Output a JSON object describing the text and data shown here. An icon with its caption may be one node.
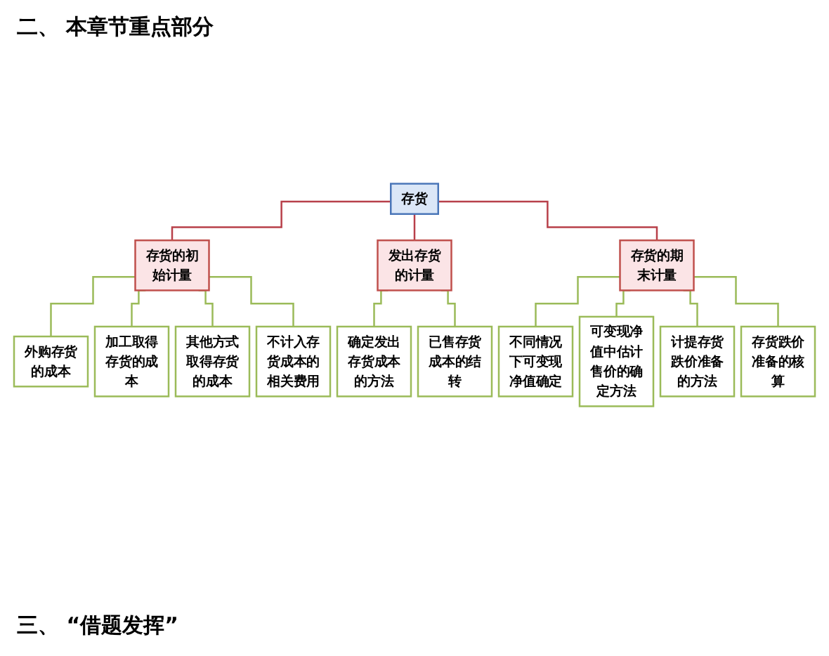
{
  "diagram": {
    "title": "二、 本章节重点部分",
    "nodes": [
      {
        "text": [
          "存货"
        ]
      },
      {
        "text": [
          "存货的初始计量"
        ]
      },
      {
        "text": [
          "发出存货的计量"
        ]
      },
      {
        "text": [
          "存货的期末计量"
        ]
      },
      {
        "text": [
          "外购存货的成本"
        ]
      },
      {
        "text": [
          "加工取得存货的成本"
        ]
      },
      {
        "text": [
          "其他方式取得存货的成本"
        ]
      },
      {
        "text": [
          "不计入存货成本的相关费用"
        ]
      },
      {
        "text": [
          "确定发出存货成本的方法"
        ]
      },
      {
        "text": [
          "已售存货成本的结转"
        ]
      },
      {
        "text": [
          "不同情况下可变现净值确定"
        ]
      },
      {
        "text": [
          "可变现净值中估计售价的确定方法"
        ]
      },
      {
        "text": [
          "计提存货跌价准备的方法"
        ]
      },
      {
        "text": [
          "存货跌价准备的核算"
        ]
      }
    ],
    "edges": [
      {
        "from": 0,
        "to": 1,
        "arrow": "none",
        "color": "#b8404a"
      },
      {
        "from": 0,
        "to": 2,
        "arrow": "none",
        "color": "#b8404a"
      },
      {
        "from": 0,
        "to": 3,
        "arrow": "none",
        "color": "#b8404a"
      },
      {
        "from": 1,
        "to": 4,
        "arrow": "none"
      },
      {
        "from": 1,
        "to": 5,
        "arrow": "none"
      },
      {
        "from": 1,
        "to": 6,
        "arrow": "none"
      },
      {
        "from": 1,
        "to": 7,
        "arrow": "none"
      },
      {
        "from": 2,
        "to": 8,
        "arrow": "none"
      },
      {
        "from": 2,
        "to": 9,
        "arrow": "none"
      },
      {
        "from": 3,
        "to": 10,
        "arrow": "none"
      },
      {
        "from": 3,
        "to": 11,
        "arrow": "none"
      },
      {
        "from": 3,
        "to": 12,
        "arrow": "none"
      },
      {
        "from": 3,
        "to": 13,
        "arrow": "none"
      }
    ],
    "labels": [
      "三、 “借题发挥”"
    ]
  }
}
